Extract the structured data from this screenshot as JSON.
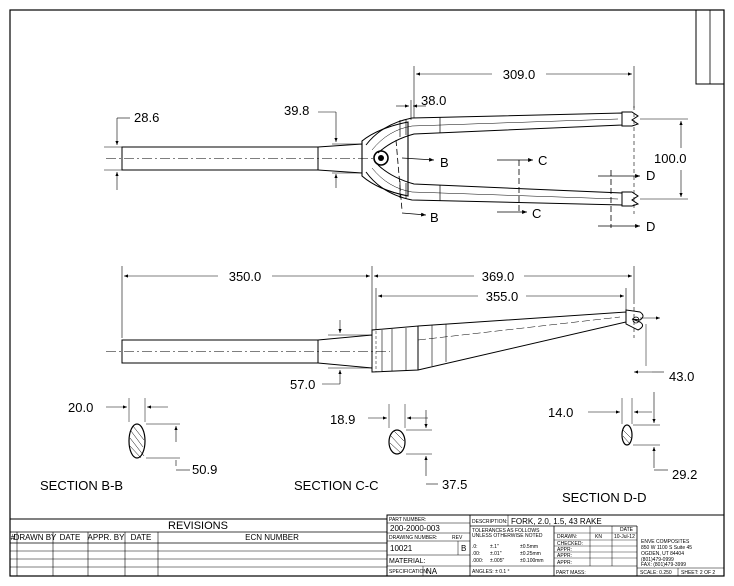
{
  "top_view": {
    "dims": {
      "d309": "309.0",
      "d38": "38.0",
      "d39_8": "39.8",
      "d28_6": "28.6",
      "d100": "100.0"
    },
    "section_labels": {
      "b1": "B",
      "b2": "B",
      "c1": "C",
      "c2": "C",
      "d1": "D",
      "d2": "D"
    }
  },
  "side_view": {
    "dims": {
      "d350": "350.0",
      "d369": "369.0",
      "d355": "355.0",
      "d57": "57.0",
      "d43": "43.0"
    }
  },
  "sections": {
    "bb": {
      "title": "SECTION  B-B",
      "w": "20.0",
      "h": "50.9"
    },
    "cc": {
      "title": "SECTION  C-C",
      "w": "18.9",
      "h": "37.5"
    },
    "dd": {
      "title": "SECTION  D-D",
      "w": "14.0",
      "h": "29.2"
    }
  },
  "revisions": {
    "title": "REVISIONS",
    "headers": [
      "#",
      "DRAWN BY",
      "DATE",
      "APPR. BY",
      "DATE",
      "ECN NUMBER"
    ]
  },
  "title_block": {
    "part_number_label": "PART NUMBER:",
    "part_number": "200-2000-003",
    "drawing_number_label": "DRAWING NUMBER:",
    "rev_label": "REV",
    "drawing_number": "10021",
    "rev": "B",
    "material_label": "MATERIAL:",
    "specification_label": "SPECIFICATION:",
    "specification": "NA",
    "description_label": "DESCRIPTION:",
    "description": "FORK, 2.0, 1.5, 43 RAKE",
    "tolerance_note_1": "TOLERANCES AS FOLLOWS",
    "tolerance_note_2": "UNLESS OTHERWISE NOTED",
    "tol_rows": [
      {
        "p": ".0:",
        "a": "±.1\"",
        "b": "±0.5mm"
      },
      {
        "p": ".00:",
        "a": "±.01\"",
        "b": "±0.25mm"
      },
      {
        "p": ".000:",
        "a": "±.005\"",
        "b": "±0.100mm"
      }
    ],
    "angles": "ANGLES: ± 0.1 °",
    "date_label": "DATE",
    "drawn_label": "DRAWN:",
    "drawn_by": "KN",
    "drawn_date": "10-Jul-12",
    "checked_label": "CHECKED:",
    "appr_label": "APPR:",
    "part_mass_label": "PART MASS:",
    "company": {
      "name": "ENVE COMPOSITES",
      "addr1": "850 W 1100 S Suite 45",
      "addr2": "OGDEN, UT 84404",
      "phone": "(801)479-0999",
      "fax": "FAX: (801)479-3999"
    },
    "scale": "SCALE:   0.250",
    "sheet": "SHEET:   2 OF 2"
  }
}
